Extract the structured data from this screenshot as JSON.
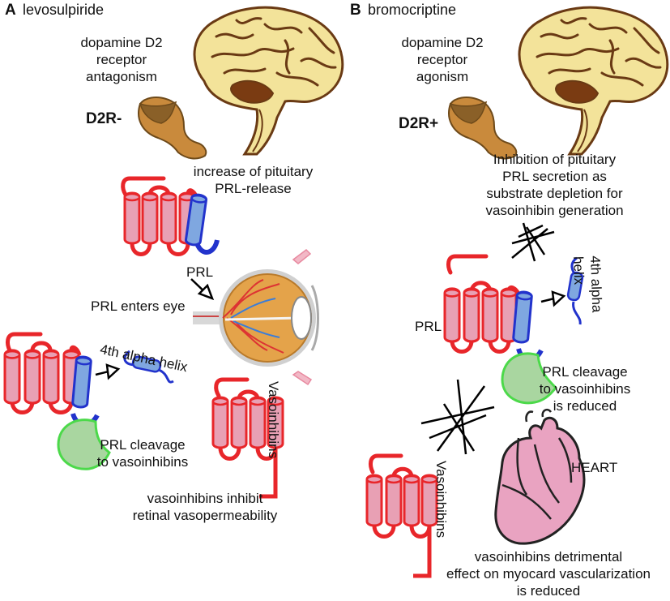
{
  "panel_a": {
    "letter": "A",
    "drug": "levosulpiride",
    "mechanism": "dopamine D2\nreceptor\nantagonism",
    "receptor_label": "D2R-",
    "increase_text": "increase of pituitary\nPRL-release",
    "prl_label": "PRL",
    "enters_eye": "PRL enters eye",
    "helix_label": "4th alpha helix",
    "cleavage_text": "PRL cleavage\nto vasoinhibins",
    "vasoinhibins_label": "Vasoinhibins",
    "inhibit_text": "vasoinhibins inhibit\nretinal vasopermeability"
  },
  "panel_b": {
    "letter": "B",
    "drug": "bromocriptine",
    "mechanism": "dopamine D2\nreceptor\nagonism",
    "receptor_label": "D2R+",
    "inhibition_text": "Inhibition of pituitary\nPRL secretion as\nsubstrate depletion for\nvasoinhibin generation",
    "prl_label": "PRL",
    "helix_label": "4th alpha helix",
    "cleavage_text": "PRL cleavage\nto vasoinhibins\nis reduced",
    "heart_label": "HEART",
    "vasoinhibins_label": "Vasoinhibins",
    "detrimental_text": "vasoinhibins detrimental\neffect on myocard vascularization\nis reduced"
  },
  "colors": {
    "helix_fill": "#e8a0b4",
    "backbone": "#e8262a",
    "fourth_helix": "#7fa7e0",
    "cleavage_fill": "#a9d6a0",
    "cleavage_stroke": "#4cd94a",
    "brain_fill": "#f3e39a",
    "heart_fill": "#e9a3c1",
    "receptor_fill": "#c98a3c"
  }
}
